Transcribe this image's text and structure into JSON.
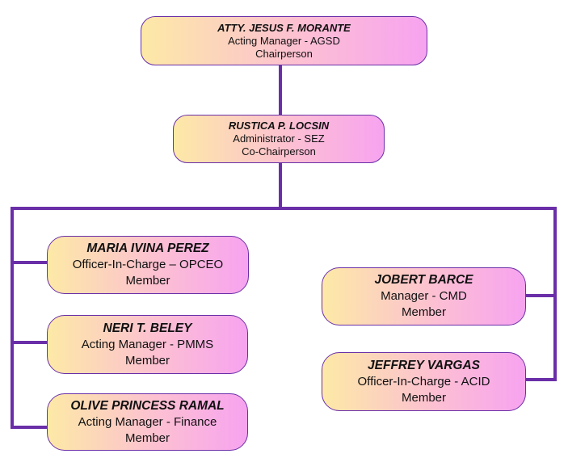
{
  "colors": {
    "connector": "#6a2fa8",
    "box_border": "#6a2fa8",
    "box_gradient_start": "#fde9a6",
    "box_gradient_end": "#f7a3f0"
  },
  "chair": {
    "name": "ATTY. JESUS F. MORANTE",
    "role": "Acting Manager - AGSD",
    "position": "Chairperson"
  },
  "cochair": {
    "name": "RUSTICA P. LOCSIN",
    "role": "Administrator - SEZ",
    "position": "Co-Chairperson"
  },
  "left_members": [
    {
      "name": "MARIA IVINA PEREZ",
      "role": "Officer-In-Charge – OPCEO",
      "position": "Member"
    },
    {
      "name": "NERI T. BELEY",
      "role": "Acting Manager - PMMS",
      "position": "Member"
    },
    {
      "name": "OLIVE PRINCESS RAMAL",
      "role": "Acting Manager - Finance",
      "position": "Member"
    }
  ],
  "right_members": [
    {
      "name": "JOBERT BARCE",
      "role": "Manager - CMD",
      "position": "Member"
    },
    {
      "name": "JEFFREY VARGAS",
      "role": "Officer-In-Charge - ACID",
      "position": "Member"
    }
  ]
}
